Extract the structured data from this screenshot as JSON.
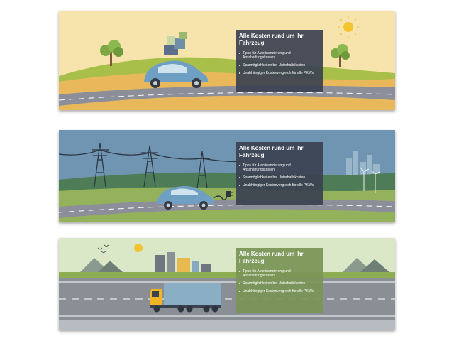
{
  "banners": [
    {
      "theme": "beetle-countryside",
      "accent": "#3a4150",
      "overlay": {
        "title": "Alle Kosten rund um Ihr Fahrzeug",
        "bullets": [
          "Tipps für Autofinanzierung und Anschaffungskosten",
          "Sparmöglichkeiten bei Unterhaltskosten",
          "Unabhängiger Kostenvergleich für alle PKWs"
        ]
      }
    },
    {
      "theme": "electric-car-powerlines",
      "accent": "#3a4150",
      "overlay": {
        "title": "Alle Kosten rund um Ihr Fahrzeug",
        "bullets": [
          "Tipps für Autofinanzierung und Anschaffungskosten",
          "Sparmöglichkeiten bei Unterhaltskosten",
          "Unabhängiger Kostenvergleich für alle PKWs"
        ]
      }
    },
    {
      "theme": "truck-industry",
      "accent": "#7a9456",
      "overlay": {
        "title": "Alle Kosten rund um Ihr Fahrzeug",
        "bullets": [
          "Tipps für Autofinanzierung und Anschaffungskosten",
          "Sparmöglichkeiten bei Unterhaltskosten",
          "Unabhängiger Kostenvergleich für alle PKWs"
        ]
      }
    }
  ]
}
